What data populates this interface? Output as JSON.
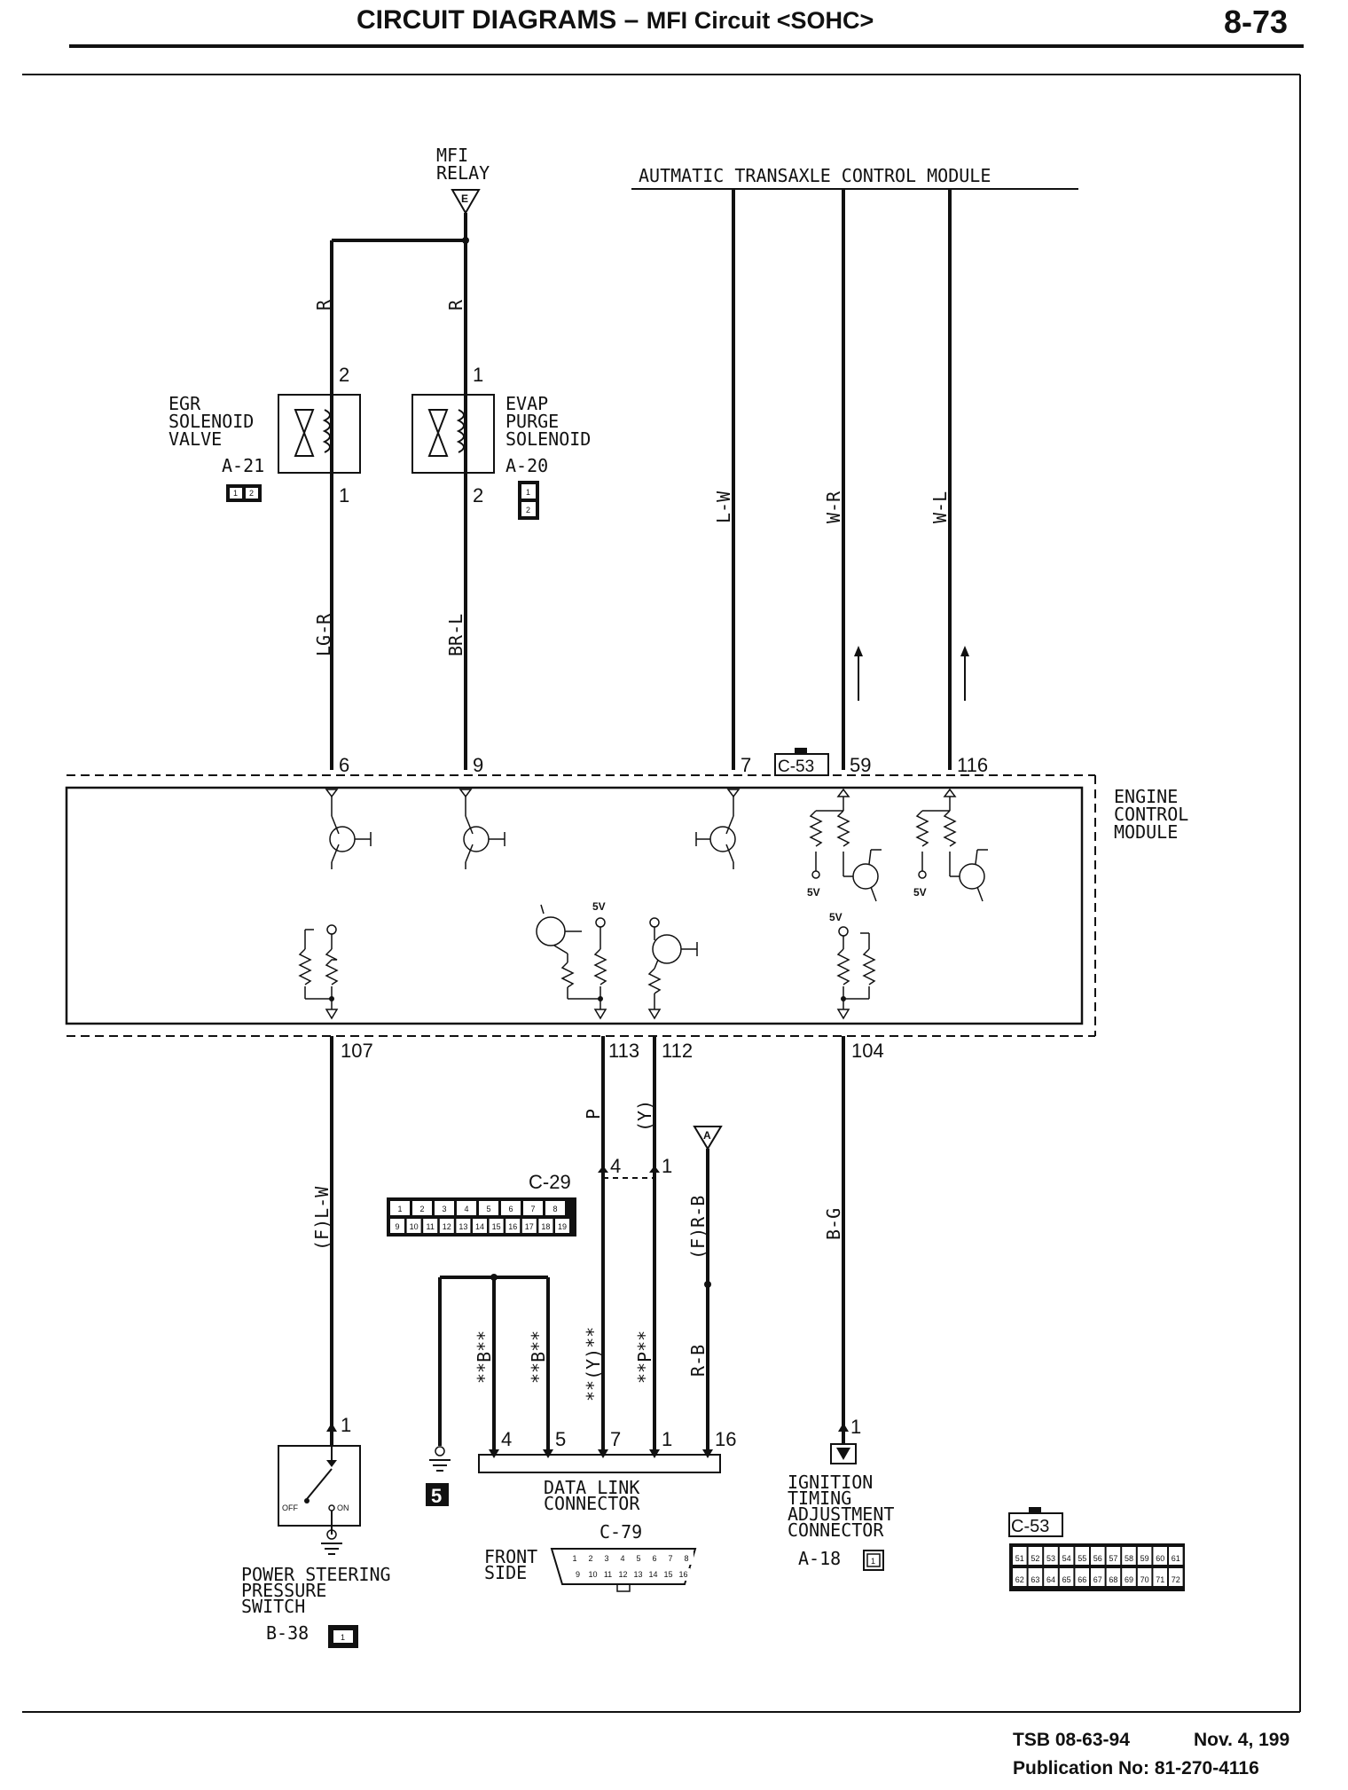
{
  "header": {
    "title": "CIRCUIT DIAGRAMS",
    "dash": "–",
    "subtitle": "MFI Circuit <SOHC>",
    "page_number": "8-73"
  },
  "labels": {
    "mfi_relay": [
      "MFI",
      "RELAY"
    ],
    "mfi_relay_tag": "E",
    "atcm": "AUTMATIC TRANSAXLE CONTROL MODULE",
    "egr": [
      "EGR",
      "SOLENOID",
      "VALVE"
    ],
    "egr_ref": "A-21",
    "evap": [
      "EVAP",
      "PURGE",
      "SOLENOID"
    ],
    "evap_ref": "A-20",
    "ecm": [
      "ENGINE",
      "CONTROL",
      "MODULE"
    ],
    "c53_top": "C-53",
    "c29": "C-29",
    "c79": "C-79",
    "c53_bottom": "C-53",
    "dlc": [
      "DATA LINK",
      "CONNECTOR"
    ],
    "front_side": [
      "FRONT",
      "SIDE"
    ],
    "ignition": [
      "IGNITION",
      "TIMING",
      "ADJUSTMENT",
      "CONNECTOR"
    ],
    "ignition_ref": "A-18",
    "pss": [
      "POWER STEERING",
      "PRESSURE",
      "SWITCH"
    ],
    "pss_ref": "B-38",
    "pss_off": "OFF",
    "pss_on": "ON",
    "ground_ref": "5",
    "five_v": "5V",
    "power_tag_a": "A",
    "egr_conn_pins": [
      "1",
      "2"
    ],
    "evap_conn_pins": [
      "1",
      "2"
    ],
    "ign_conn_pin": "1",
    "pss_conn_pin": "1",
    "c29_pins_row1": [
      "1",
      "2",
      "3",
      "4",
      "5",
      "6",
      "7",
      "8"
    ],
    "c29_pins_row2": [
      "9",
      "10",
      "11",
      "12",
      "13",
      "14",
      "15",
      "16",
      "17",
      "18",
      "19"
    ],
    "c79_pins_row1": [
      "1",
      "2",
      "3",
      "4",
      "5",
      "6",
      "7",
      "8"
    ],
    "c79_pins_row2": [
      "9",
      "10",
      "11",
      "12",
      "13",
      "14",
      "15",
      "16"
    ],
    "c53_pins_row1": [
      "51",
      "52",
      "53",
      "54",
      "55",
      "56",
      "57",
      "58",
      "59",
      "60",
      "61"
    ],
    "c53_pins_row2": [
      "62",
      "63",
      "64",
      "65",
      "66",
      "67",
      "68",
      "69",
      "70",
      "71",
      "72"
    ]
  },
  "wires": {
    "r1": "R",
    "r2": "R",
    "lgr": "LG-R",
    "brl": "BR-L",
    "lw": "L-W",
    "wr": "W-R",
    "wl": "W-L",
    "flw": "(F)L-W",
    "p": "P",
    "y": "(Y)",
    "frb": "(F)R-B",
    "bg": "B-G",
    "b1": "**B**",
    "b2": "**B**",
    "y2": "**(Y)**",
    "p2": "**P**",
    "rb": "R-B"
  },
  "pins": {
    "egr_top": "2",
    "egr_bot": "1",
    "evap_top": "1",
    "evap_bot": "2",
    "ecm_6": "6",
    "ecm_9": "9",
    "ecm_7": "7",
    "ecm_59": "59",
    "ecm_116": "116",
    "ecm_107": "107",
    "ecm_113": "113",
    "ecm_112": "112",
    "ecm_104": "104",
    "c29_4": "4",
    "c29_1": "1",
    "dlc_4": "4",
    "dlc_5": "5",
    "dlc_7": "7",
    "dlc_1": "1",
    "dlc_16": "16",
    "pss_1": "1",
    "ign_1": "1"
  },
  "footer": {
    "tsb": "TSB 08-63-94",
    "date": "Nov. 4, 199",
    "publication": "Publication No:  81-270-4116"
  }
}
